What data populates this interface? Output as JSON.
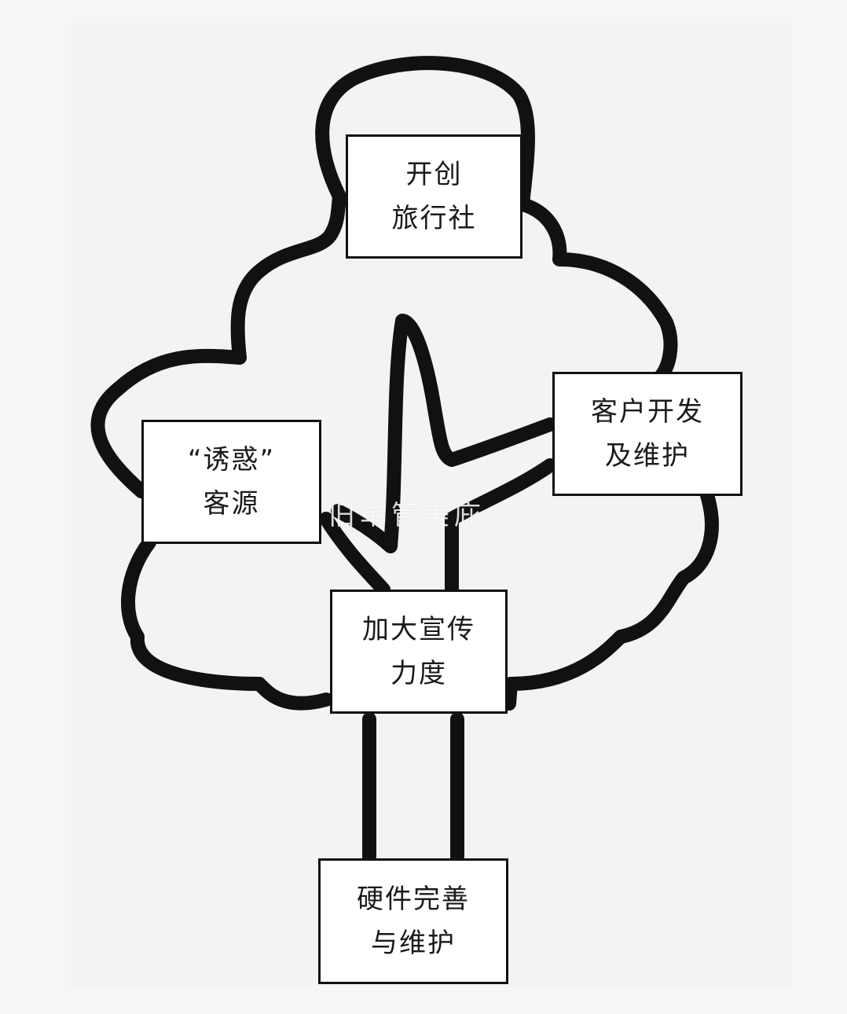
{
  "diagram": {
    "colors": {
      "background": "#f6f6f6",
      "outline": "#111111",
      "box_fill": "#ffffff",
      "text": "#1a1a1a"
    },
    "nodes": {
      "top": {
        "line1": "开创",
        "line2": "旅行社"
      },
      "right": {
        "line1": "客户开发",
        "line2": "及维护"
      },
      "left": {
        "line1": "“诱惑”",
        "line2": "客源"
      },
      "middle": {
        "line1": "加大宣传",
        "line2": "力度"
      },
      "bottom": {
        "line1": "硬件完善",
        "line2": "与维护"
      }
    },
    "watermark": "旧单管美庇",
    "illustration_icon": "tree-icon"
  }
}
